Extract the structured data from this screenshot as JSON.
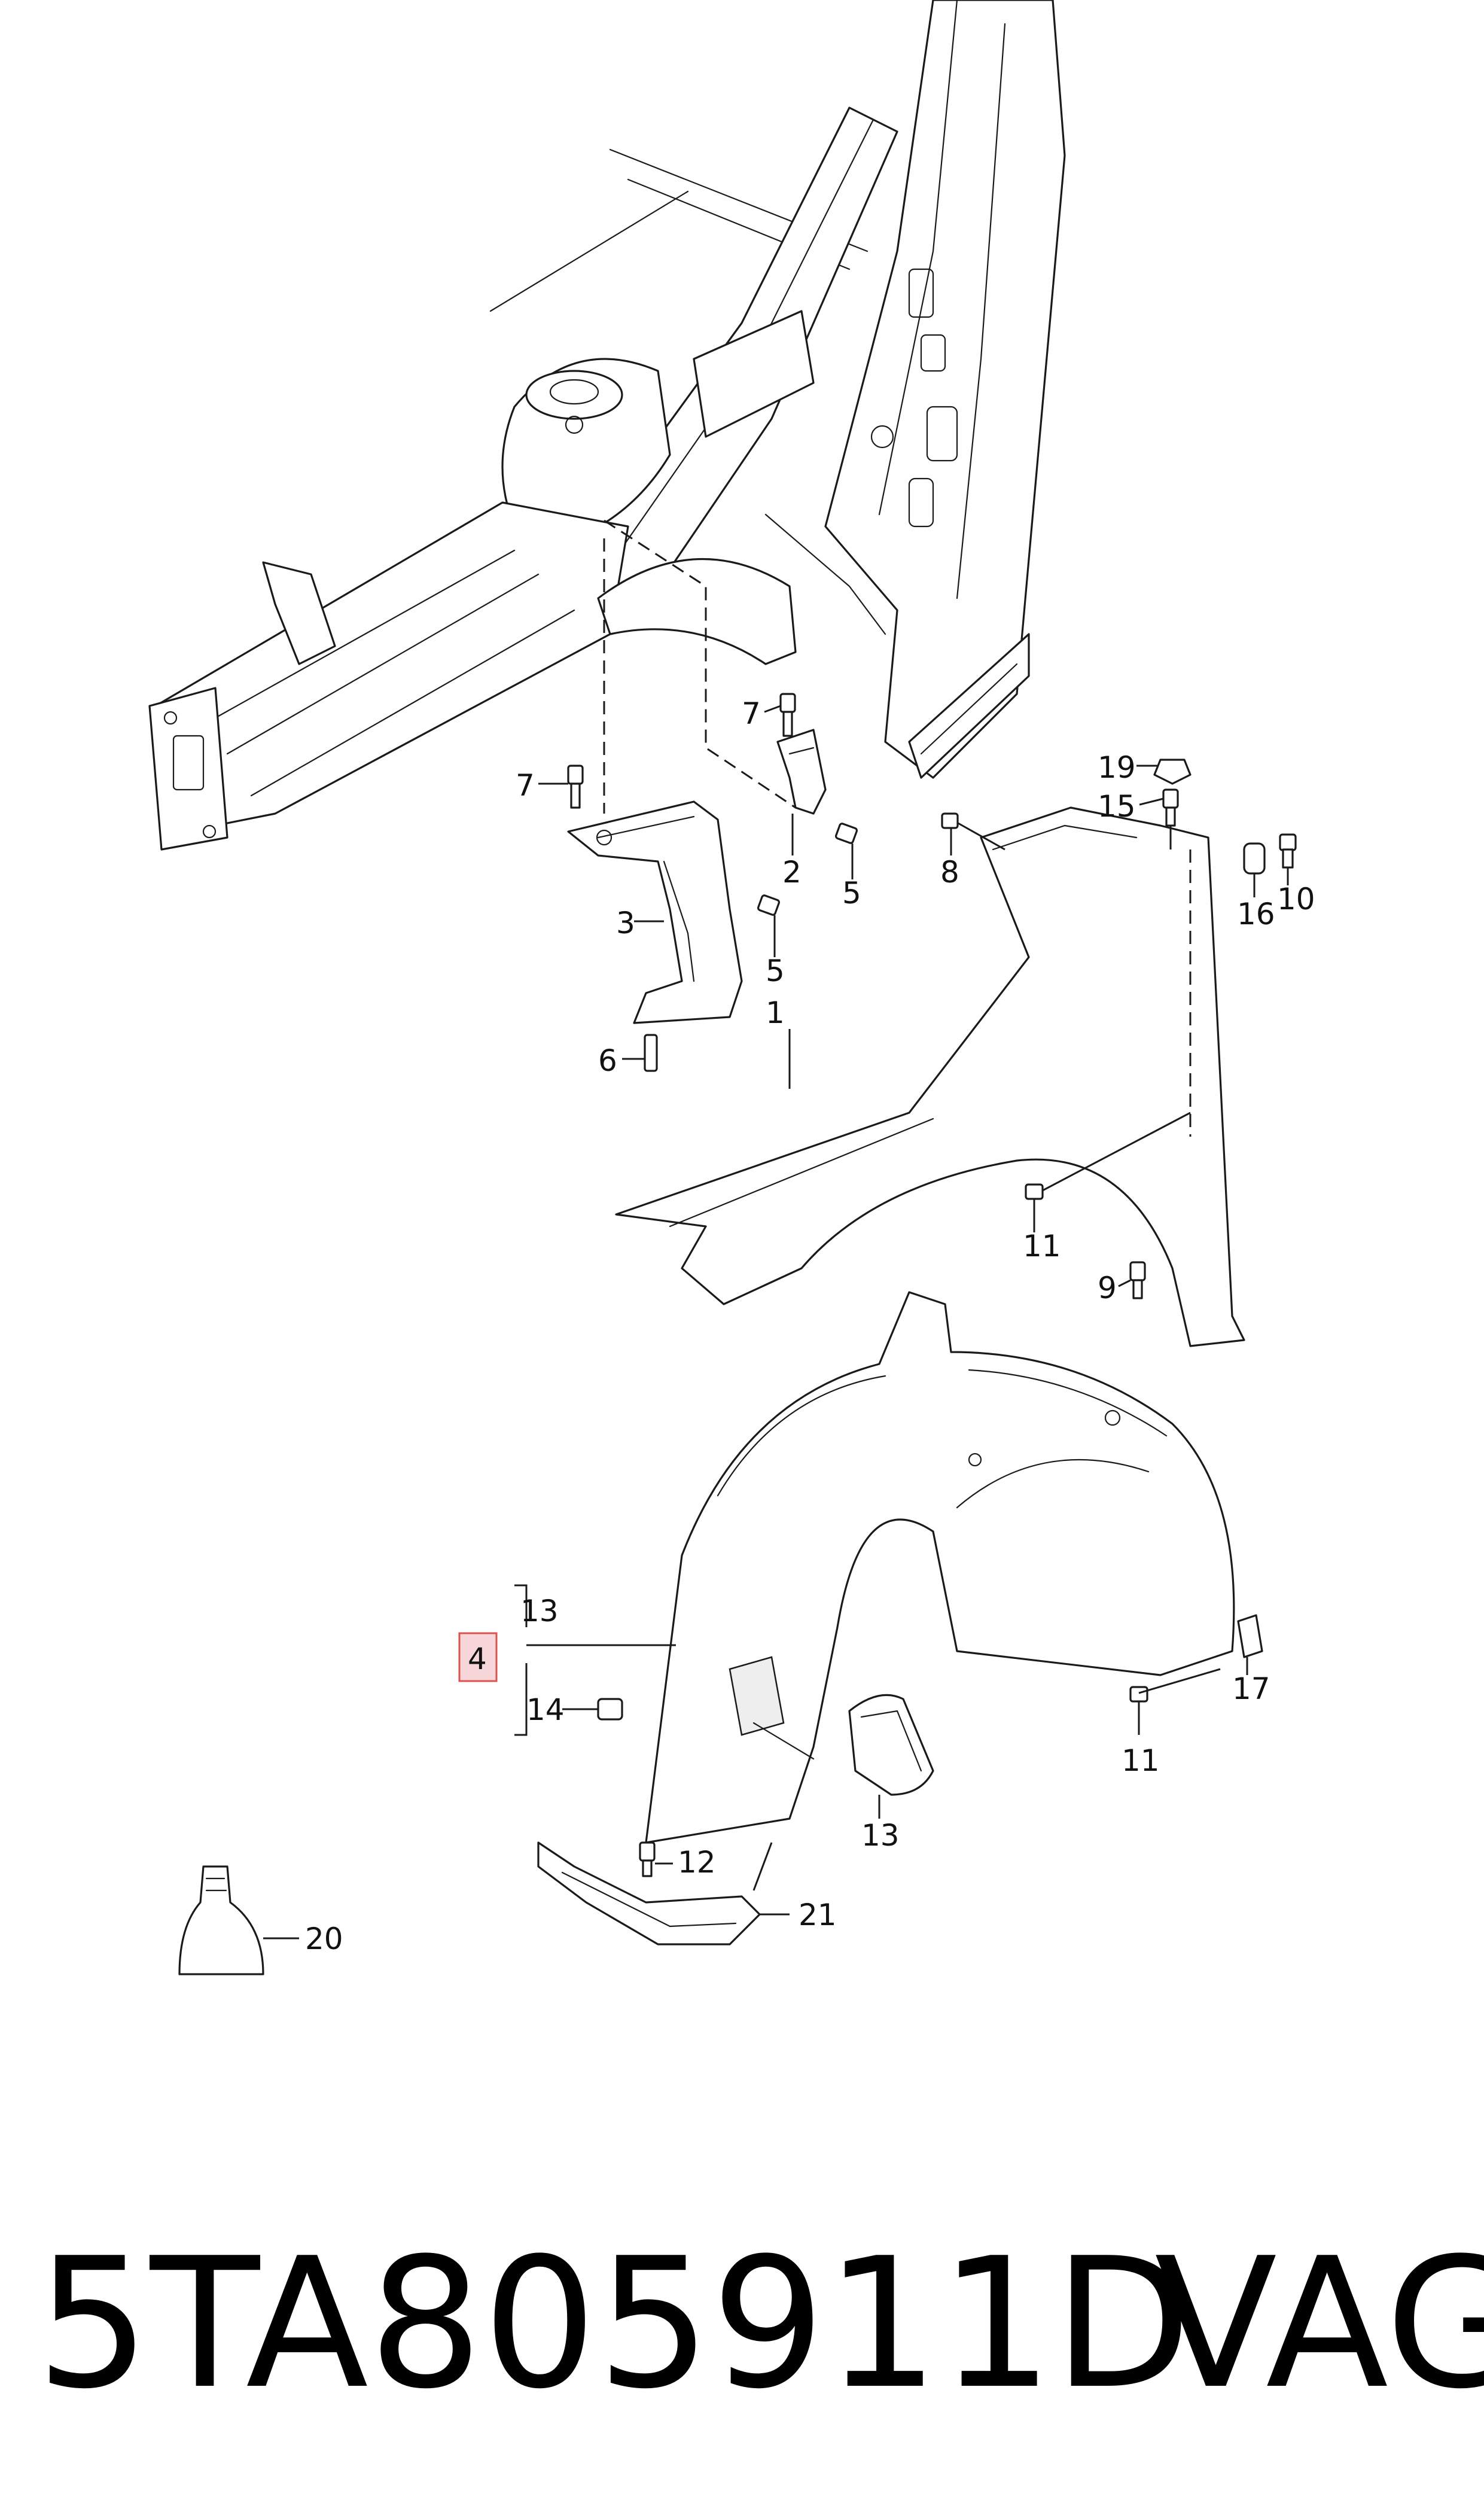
{
  "callouts": {
    "c1": "1",
    "c2": "2",
    "c3": "3",
    "c4": "4",
    "c5a": "5",
    "c5b": "5",
    "c6": "6",
    "c7a": "7",
    "c7b": "7",
    "c8": "8",
    "c9": "9",
    "c10": "10",
    "c11a": "11",
    "c11b": "11",
    "c12": "12",
    "c13a": "13",
    "c13b": "13",
    "c14": "14",
    "c15": "15",
    "c16": "16",
    "c17": "17",
    "c19": "19",
    "c20": "20",
    "c21": "21"
  },
  "highlight_color": "#f7d6da",
  "highlight_border": "#d9534f",
  "footer": {
    "part_code": "5TA805911D",
    "brand": "VAG"
  }
}
